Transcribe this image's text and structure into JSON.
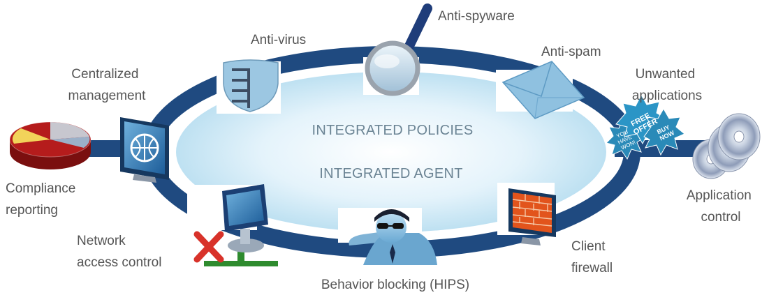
{
  "center": {
    "line1": "INTEGRATED POLICIES",
    "line2": "INTEGRATED AGENT"
  },
  "labels": {
    "anti_virus": "Anti-virus",
    "anti_spyware": "Anti-spyware",
    "anti_spam": "Anti-spam",
    "centralized_1": "Centralized",
    "centralized_2": "management",
    "unwanted_1": "Unwanted",
    "unwanted_2": "applications",
    "compliance_1": "Compliance",
    "compliance_2": "reporting",
    "application_1": "Application",
    "application_2": "control",
    "network_1": "Network",
    "network_2": "access control",
    "client_1": "Client",
    "client_2": "firewall",
    "behavior": "Behavior blocking (HIPS)"
  },
  "badges": {
    "you_have_won_1": "YOU",
    "you_have_won_2": "HAVE",
    "you_have_won_3": "WON!",
    "free_offer_1": "FREE",
    "free_offer_2": "OFFER",
    "buy_now_1": "BUY",
    "buy_now_2": "NOW"
  },
  "colors": {
    "ring": "#1f4a80",
    "label_text": "#555555",
    "center_text": "#6b8494",
    "shield": "#9cc7e2",
    "envelope": "#8fc1e0",
    "badge": "#2a8ab8",
    "pie_red": "#b01a1a",
    "firewall_brick": "#e2541c",
    "x_mark": "#d8322a",
    "network_line": "#2e8b2e"
  },
  "icons": [
    "pie-chart-icon",
    "monitor-icon",
    "shield-icon",
    "magnifier-icon",
    "envelope-icon",
    "starburst-badges-icon",
    "discs-icon",
    "computer-blocked-icon",
    "spy-agent-icon",
    "firewall-monitor-icon"
  ]
}
